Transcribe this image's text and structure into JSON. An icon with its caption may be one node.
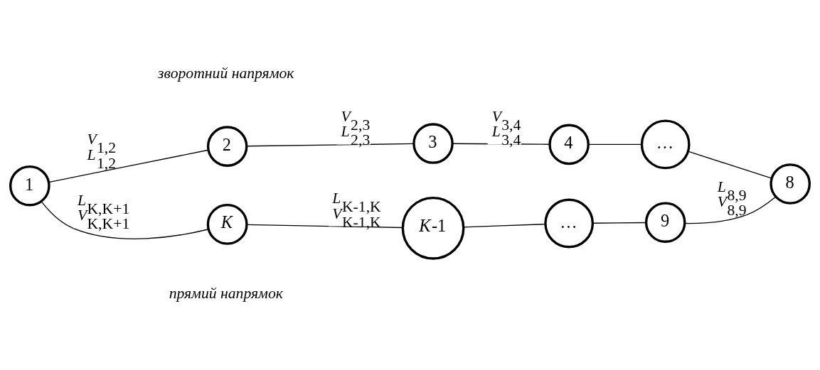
{
  "diagram": {
    "nodes": [
      {
        "text": [
          "1"
        ]
      },
      {
        "text": [
          "2"
        ]
      },
      {
        "text": [
          "3"
        ]
      },
      {
        "text": [
          "4"
        ]
      },
      {
        "text": [
          "…"
        ]
      },
      {
        "text": [
          "8"
        ]
      },
      {
        "text": [
          "9"
        ]
      },
      {
        "text": [
          "…"
        ]
      },
      {
        "text": [
          "*K*-1"
        ]
      },
      {
        "text": [
          "*K*"
        ]
      }
    ],
    "edges": [
      {
        "from": 0,
        "to": 1,
        "arrow": "none",
        "label": "*V*$_{1,2}$ *L*$_{1,2}$"
      },
      {
        "from": 1,
        "to": 2,
        "arrow": "none",
        "label": "*V*$_{2,3}$ *L*$_{2,3}$"
      },
      {
        "from": 2,
        "to": 3,
        "arrow": "none",
        "label": "*V*$_{3,4}$ *L*$_{3,4}$"
      },
      {
        "from": 3,
        "to": 4,
        "arrow": "none"
      },
      {
        "from": 4,
        "to": 5,
        "arrow": "none"
      },
      {
        "from": 6,
        "to": 5,
        "arrow": "none",
        "label": "*L*$_{8,9}$ *V*$_{8,9}$"
      },
      {
        "from": 7,
        "to": 6,
        "arrow": "none"
      },
      {
        "from": 8,
        "to": 7,
        "arrow": "none"
      },
      {
        "from": 9,
        "to": 8,
        "arrow": "none",
        "label": "*L*$_{K-1,K}$ *V*$_{K-1,K}$"
      },
      {
        "from": 0,
        "to": 9,
        "arrow": "none",
        "label": "*L*$_{K,K+1}$ *V*$_{K,K+1}$"
      }
    ],
    "labels": [
      "прямий напрямок",
      "зворотний напрямок"
    ]
  }
}
